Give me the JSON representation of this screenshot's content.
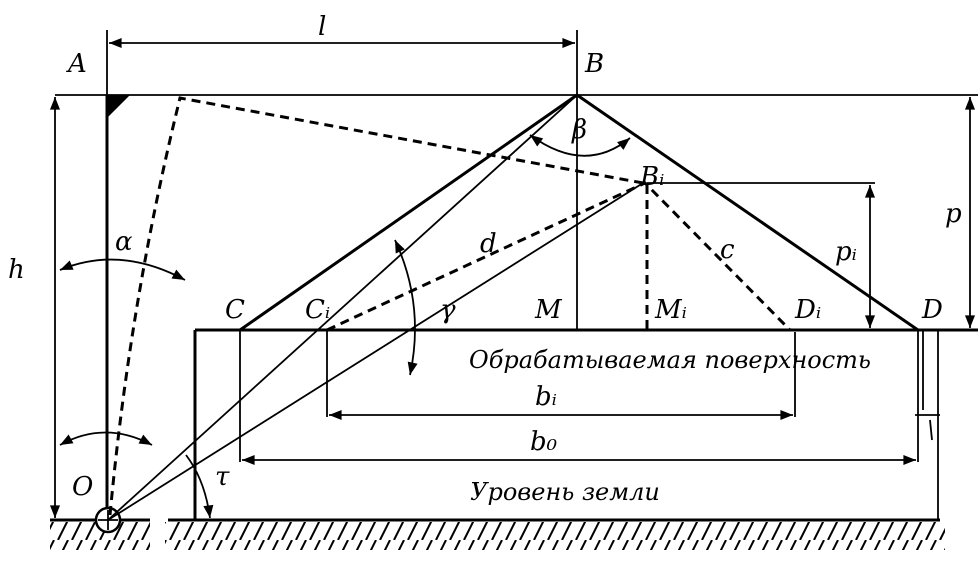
{
  "labels": {
    "A": "A",
    "B": "B",
    "Bi": "Bᵢ",
    "C": "C",
    "Ci": "Cᵢ",
    "M": "M",
    "Mi": "Mᵢ",
    "Di": "Dᵢ",
    "D": "D",
    "O": "O",
    "l": "l",
    "h": "h",
    "p": "p",
    "pi": "pᵢ",
    "alpha": "α",
    "beta": "β",
    "gamma": "γ",
    "tau": "τ",
    "d": "d",
    "c": "c",
    "bi": "bᵢ",
    "b0": "b₀"
  },
  "surface_label": "Обрабатываемая поверхность",
  "ground_label": "Уровень земли"
}
